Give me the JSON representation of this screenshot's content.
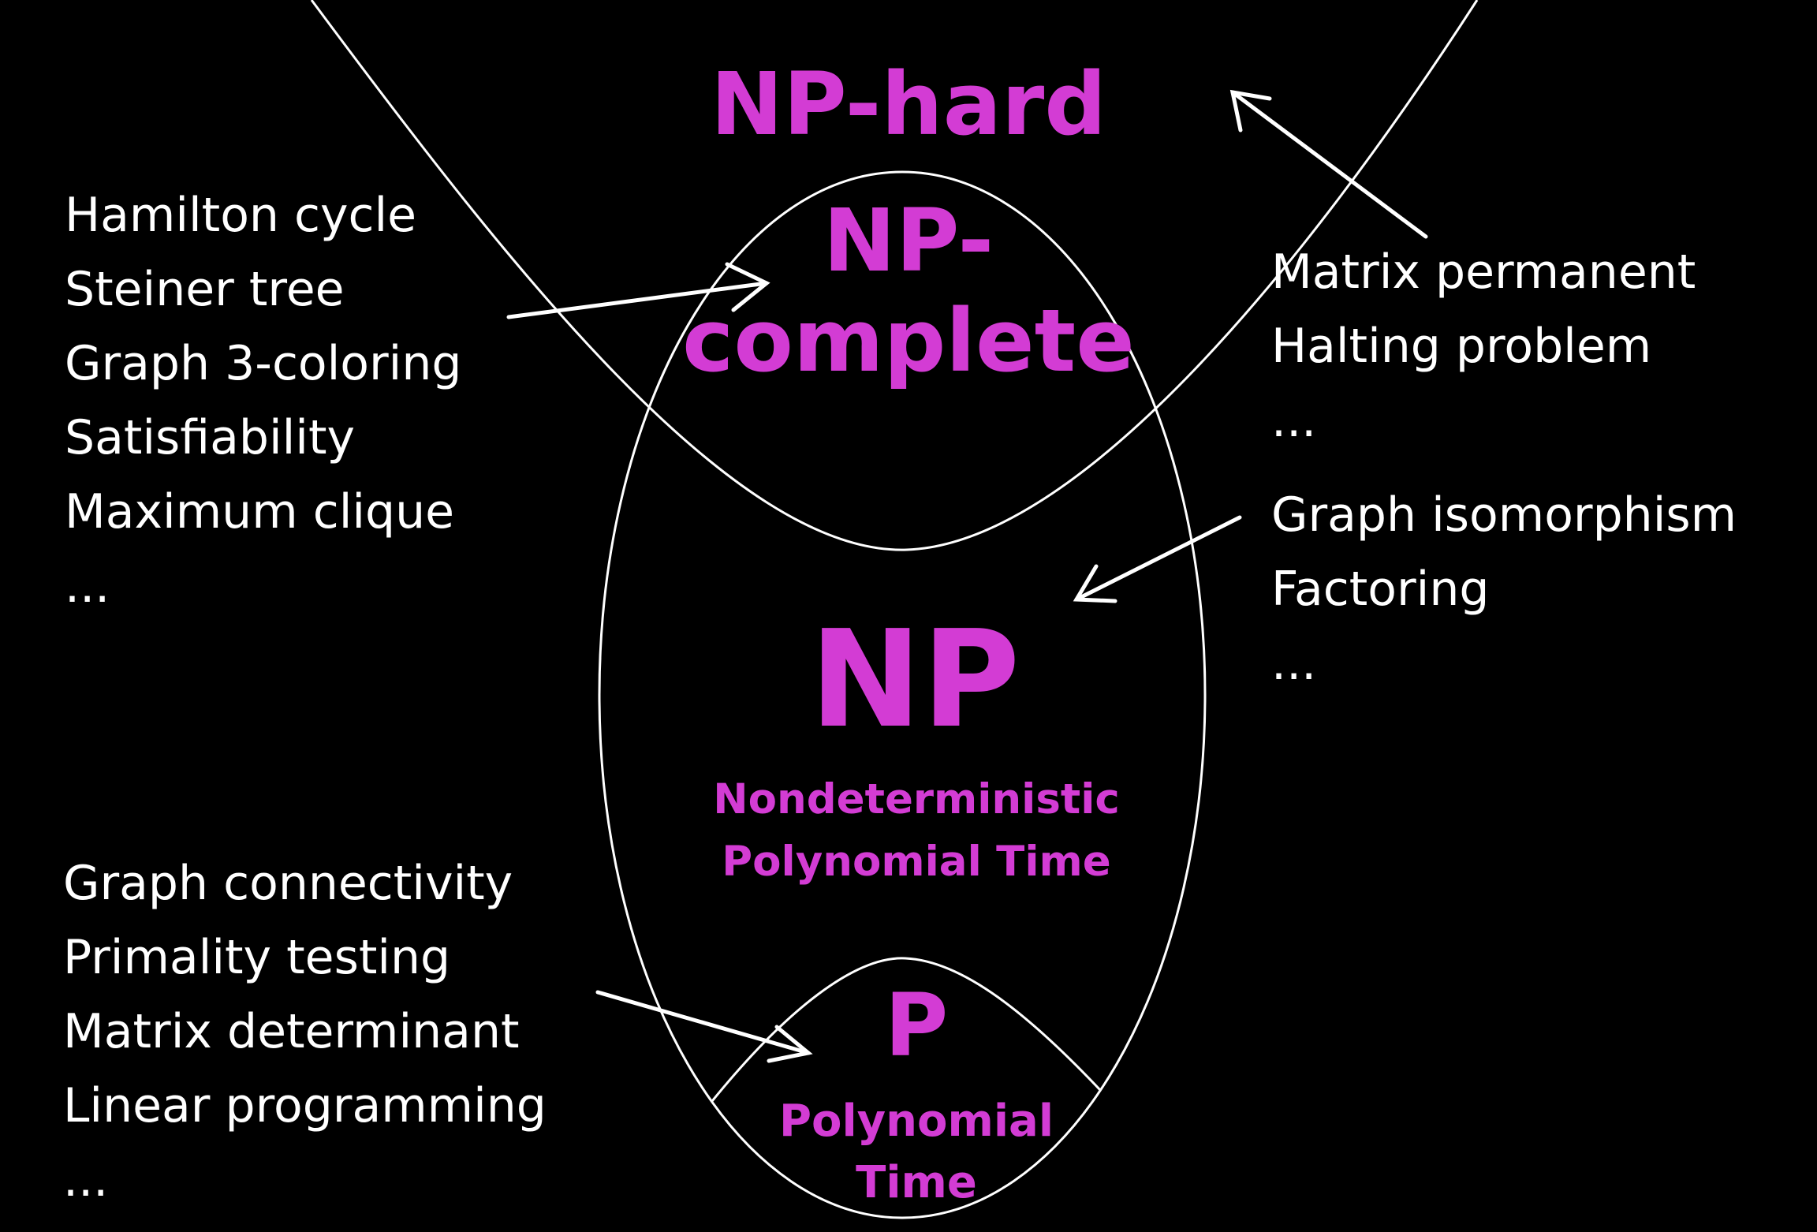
{
  "regions": {
    "np_hard": "NP-hard",
    "np_complete_line1": "NP-",
    "np_complete_line2": "complete",
    "np": "NP",
    "np_desc_line1": "Nondeterministic",
    "np_desc_line2": "Polynomial Time",
    "p": "P",
    "p_desc_line1": "Polynomial",
    "p_desc_line2": "Time"
  },
  "lists": {
    "np_complete_examples": [
      "Hamilton cycle",
      "Steiner tree",
      "Graph 3-coloring",
      "Satisfiability",
      "Maximum clique",
      "..."
    ],
    "np_hard_examples": [
      "Matrix permanent",
      "Halting problem",
      "..."
    ],
    "np_intermediate_examples": [
      "Graph isomorphism",
      "Factoring",
      "..."
    ],
    "p_examples": [
      "Graph connectivity",
      "Primality testing",
      "Matrix determinant",
      "Linear programming",
      "..."
    ]
  },
  "colors": {
    "background": "#000000",
    "lines": "#FFFFFF",
    "label": "#D33CD4",
    "text": "#FFFFFF"
  }
}
